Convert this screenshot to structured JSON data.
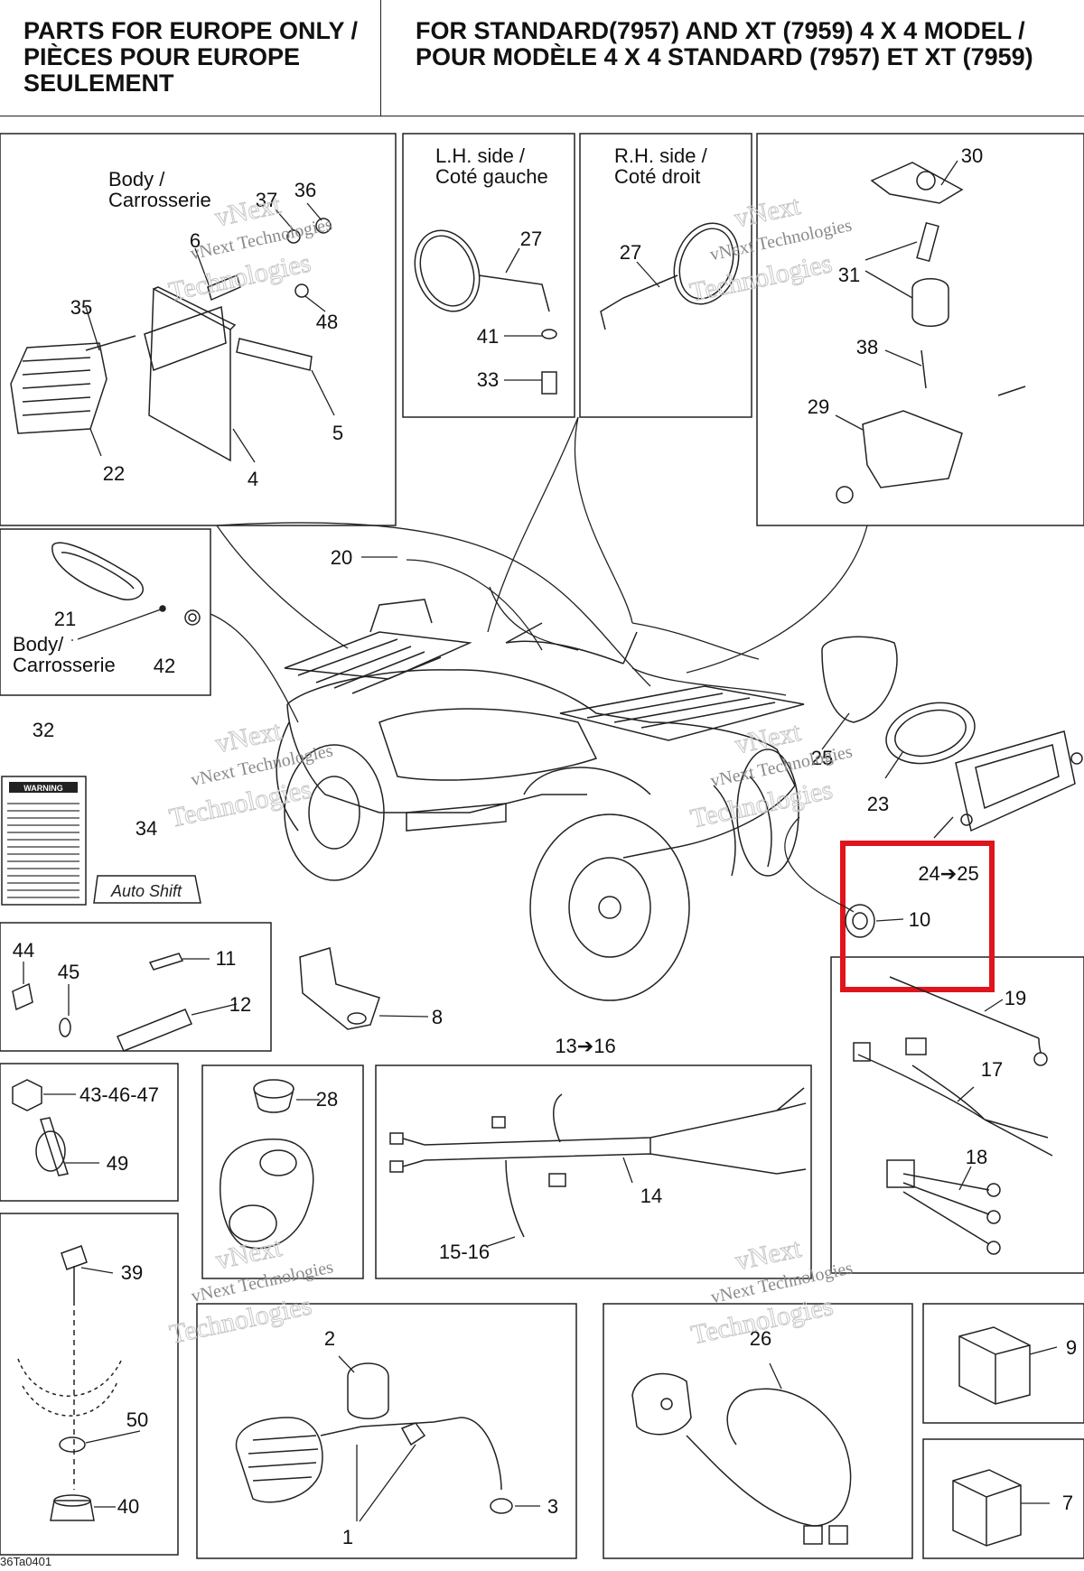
{
  "header": {
    "left_lines": [
      "PARTS FOR EUROPE ONLY /",
      "PIÈCES POUR EUROPE",
      "SEULEMENT"
    ],
    "right_lines": [
      "FOR STANDARD(7957) AND XT (7959) 4 X 4 MODEL /",
      "POUR MODÈLE 4 X 4 STANDARD (7957) ET XT (7959)"
    ]
  },
  "captions": {
    "body1": "Body /",
    "body1b": "Carrosserie",
    "lh1": "L.H. side /",
    "lh2": "Coté gauche",
    "rh1": "R.H. side /",
    "rh2": "Coté droit",
    "body2": "Body/",
    "body2b": "Carrosserie"
  },
  "watermark": {
    "line1": "vNext",
    "line2": "vNext Technologies",
    "line3": "Technologies"
  },
  "decal_text": {
    "warning": "WARNING",
    "autoshift": "Auto Shift"
  },
  "part_labels": [
    "1",
    "2",
    "3",
    "4",
    "5",
    "6",
    "7",
    "8",
    "9",
    "10",
    "11",
    "12",
    "13➔16",
    "14",
    "15-16",
    "17",
    "18",
    "19",
    "20",
    "21",
    "22",
    "23",
    "24➔25",
    "25",
    "26",
    "27",
    "27",
    "28",
    "29",
    "30",
    "31",
    "32",
    "33",
    "34",
    "35",
    "36",
    "37",
    "38",
    "39",
    "40",
    "41",
    "42",
    "43-46-47",
    "44",
    "45",
    "48",
    "49",
    "50"
  ],
  "footer": "36Ta0401",
  "colors": {
    "highlight": "#e0141c",
    "line": "#222222",
    "watermark": "#bdbdbd"
  }
}
